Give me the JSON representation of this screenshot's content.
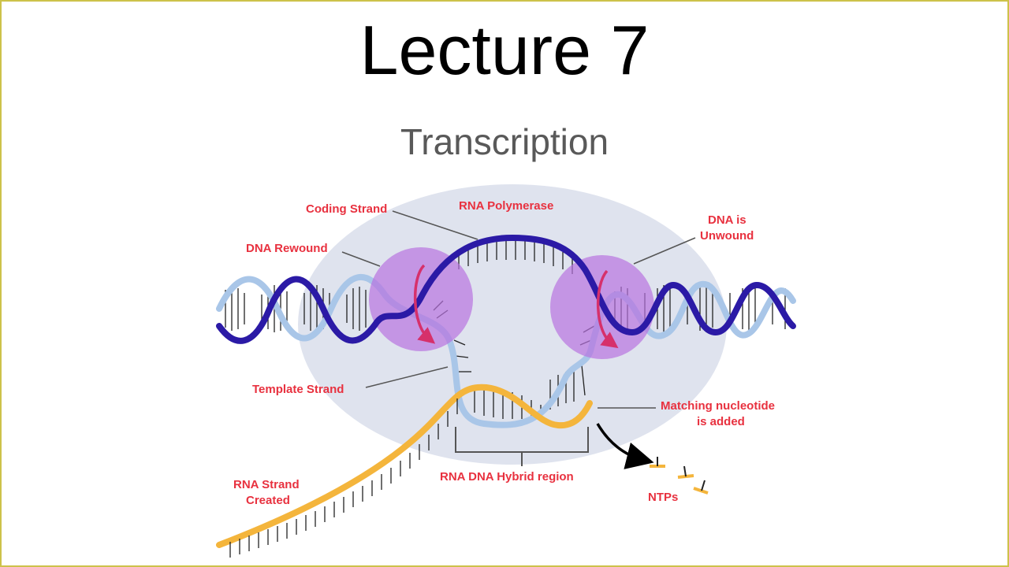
{
  "slide": {
    "title": "Lecture 7",
    "subtitle": "Transcription"
  },
  "diagram": {
    "labels": {
      "coding_strand": "Coding Strand",
      "rna_polymerase": "RNA Polymerase",
      "dna_rewound": "DNA Rewound",
      "dna_unwound_1": "DNA is",
      "dna_unwound_2": "Unwound",
      "template_strand": "Template Strand",
      "matching_1": "Matching nucleotide",
      "matching_2": "is added",
      "rna_strand_1": "RNA Strand",
      "rna_strand_2": "Created",
      "hybrid_region": "RNA DNA Hybrid region",
      "ntps": "NTPs"
    },
    "colors": {
      "label_red": "#e8313f",
      "coding_strand_blue": "#2b1aa6",
      "template_strand_light_blue": "#a9c6e8",
      "rna_orange": "#f4b53c",
      "enzyme_purple": "#b873e0",
      "polymerase_background": "#dfe3ee",
      "rotation_arrow_pink": "#d6306b"
    }
  }
}
